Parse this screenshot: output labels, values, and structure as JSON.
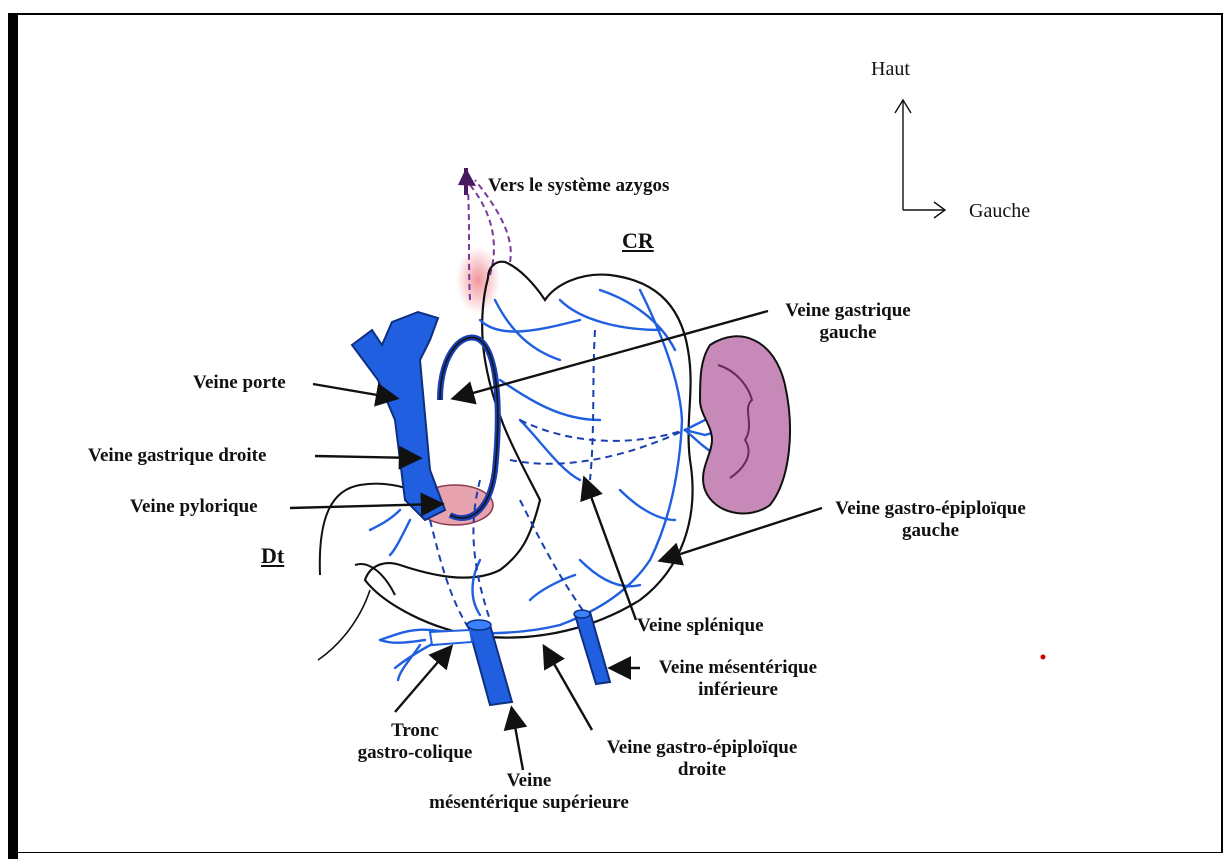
{
  "orientation": {
    "up": "Haut",
    "left": "Gauche"
  },
  "markers": {
    "cr": "CR",
    "dt": "Dt"
  },
  "labels": {
    "azygos": "Vers le système azygos",
    "veine_gastrique_gauche_1": "Veine gastrique",
    "veine_gastrique_gauche_2": "gauche",
    "veine_porte": "Veine porte",
    "veine_gastrique_droite": "Veine gastrique droite",
    "veine_pylorique": "Veine pylorique",
    "gastro_epiploique_gauche_1": "Veine gastro-épiploïque",
    "gastro_epiploique_gauche_2": "gauche",
    "veine_splenique": "Veine splénique",
    "mesenterique_inf_1": "Veine mésentérique",
    "mesenterique_inf_2": "inférieure",
    "tronc_1": "Tronc",
    "tronc_2": "gastro-colique",
    "mesenterique_sup_1": "Veine",
    "mesenterique_sup_2": "mésentérique supérieure",
    "gastro_epiploique_droite_1": "Veine gastro-épiploïque",
    "gastro_epiploique_droite_2": "droite"
  },
  "colors": {
    "vein": "#1f5fe0",
    "vein_dark": "#1a3fb0",
    "spleen": "#c78ab8",
    "azygos_arrow": "#4a1a5e",
    "glow": "#f3a0a6",
    "outline": "#111111",
    "dot": "#cc0000"
  }
}
